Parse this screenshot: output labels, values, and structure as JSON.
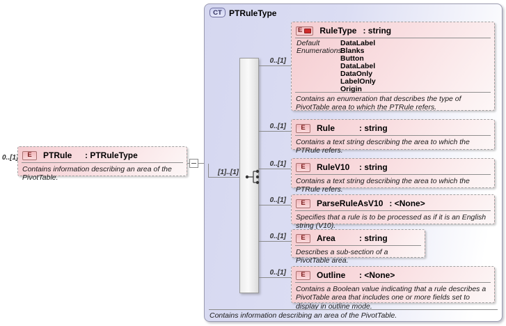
{
  "source_element": {
    "multiplicity": "0..[1]",
    "badge": "E",
    "name": "PTRule",
    "type": ": PTRuleType",
    "description": "Contains information describing an area of the PivotTable."
  },
  "complex_type": {
    "badge": "CT",
    "title": "PTRuleType",
    "footer_description": "Contains information describing an area of the PivotTable."
  },
  "sequence": {
    "multiplicity": "[1]..[1]"
  },
  "elements": [
    {
      "badge": "E",
      "multiplicity": "0..[1]",
      "name": "RuleType",
      "type": ": string",
      "properties": {
        "default_label": "Default",
        "default_value": "DataLabel",
        "enumerations_label": "Enumerations",
        "enumerations": [
          "Blanks",
          "Button",
          "DataLabel",
          "DataOnly",
          "LabelOnly",
          "Origin"
        ]
      },
      "description": "Contains an enumeration that describes the type of PivotTable area to which the PTRule refers."
    },
    {
      "badge": "E",
      "multiplicity": "0..[1]",
      "name": "Rule",
      "type": ": string",
      "description": "Contains a text string describing the area to which the PTRule refers."
    },
    {
      "badge": "E",
      "multiplicity": "0..[1]",
      "name": "RuleV10",
      "type": ": string",
      "description": "Contains a text string describing the area to which the PTRule refers."
    },
    {
      "badge": "E",
      "multiplicity": "0..[1]",
      "name": "ParseRuleAsV10",
      "type": ": <None>",
      "description": "Specifies that a rule is to be processed as if it is an English string (V10)."
    },
    {
      "badge": "E",
      "multiplicity": "0..[1]",
      "name": "Area",
      "type": ": string",
      "description": "Describes a sub-section of a PivotTable area."
    },
    {
      "badge": "E",
      "multiplicity": "0..[1]",
      "name": "Outline",
      "type": ": <None>",
      "description": "Contains a Boolean value indicating that a rule describes a PivotTable area that includes one or more fields set to display in outline mode."
    }
  ],
  "colors": {
    "box_pink": "#f5cdd1",
    "container_lavender": "#d5d7f0",
    "badge_e_text": "#7c1f1f",
    "badge_ct_text": "#2f2f5e",
    "enum_marker_red": "#cf2b2b",
    "connector_gray": "#8a8a8a"
  }
}
